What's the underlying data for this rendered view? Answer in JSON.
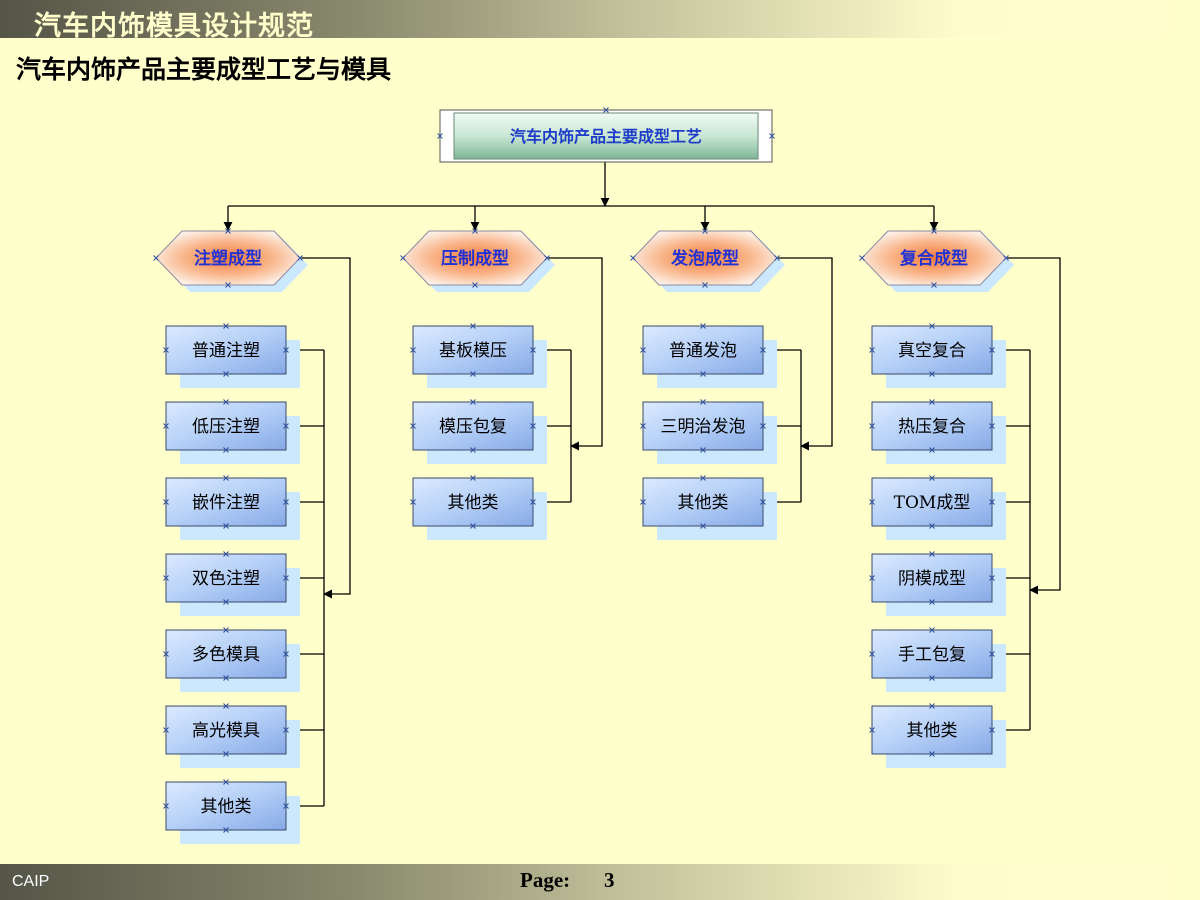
{
  "header": {
    "title": "汽车内饰模具设计规范"
  },
  "subtitle": "汽车内饰产品主要成型工艺与模具",
  "diagram": {
    "root": "汽车内饰产品主要成型工艺",
    "categories": [
      {
        "label": "注塑成型",
        "items": [
          "普通注塑",
          "低压注塑",
          "嵌件注塑",
          "双色注塑",
          "多色模具",
          "高光模具",
          "其他类"
        ]
      },
      {
        "label": "压制成型",
        "items": [
          "基板模压",
          "模压包复",
          "其他类"
        ]
      },
      {
        "label": "发泡成型",
        "items": [
          "普通发泡",
          "三明治发泡",
          "其他类"
        ]
      },
      {
        "label": "复合成型",
        "items": [
          "真空复合",
          "热压复合",
          "TOM成型",
          "阴模成型",
          "手工包复",
          "其他类"
        ]
      }
    ]
  },
  "footer": {
    "left": "CAIP",
    "page_label": "Page:",
    "page_number": "3"
  },
  "colors": {
    "background": "#ffffcc",
    "leaf_fill": "#a8c8f8",
    "shadow": "#cce8ff",
    "category_glow": "#f47a3c",
    "category_text": "#2232d2"
  }
}
